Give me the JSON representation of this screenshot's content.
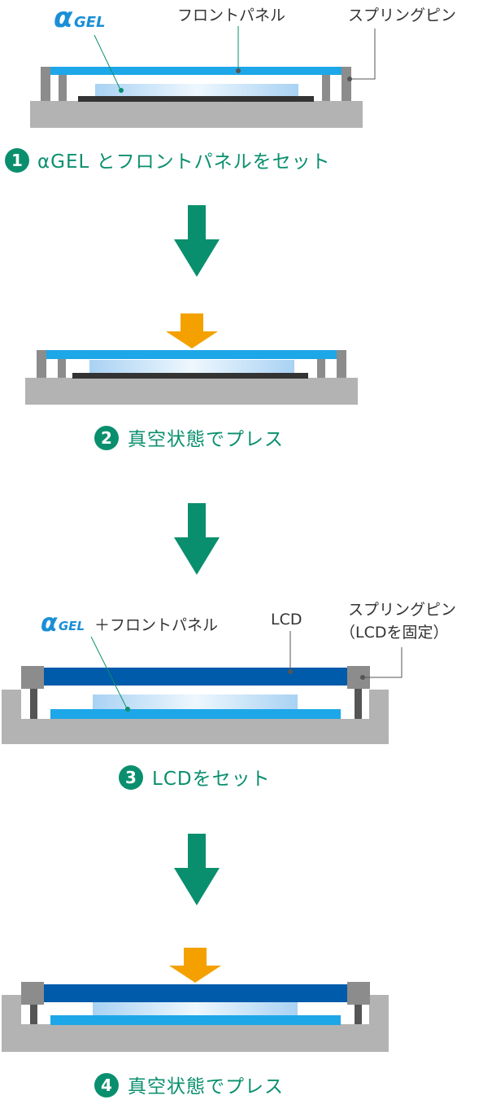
{
  "brand": {
    "alpha": "α",
    "gel": "GEL"
  },
  "labels": {
    "front_panel": "フロントパネル",
    "spring_pin": "スプリングピン",
    "gel_plus_panel": "＋フロントパネル",
    "lcd": "LCD",
    "spring_pin_fixed": "（LCDを固定）"
  },
  "steps": [
    {
      "number": "1",
      "text": "αGEL とフロントパネルをセット"
    },
    {
      "number": "2",
      "text": "真空状態でプレス"
    },
    {
      "number": "3",
      "text": "LCDをセット"
    },
    {
      "number": "4",
      "text": "真空状態でプレス"
    }
  ],
  "colors": {
    "step_green": "#0a8f6e",
    "press_orange": "#f4a100",
    "front_panel_blue": "#1ea7e8",
    "lcd_blue": "#005bab",
    "gel_light_blue": "#b8dcf6",
    "base_gray": "#b3b3b3",
    "pin_gray": "#8c8c8c"
  }
}
